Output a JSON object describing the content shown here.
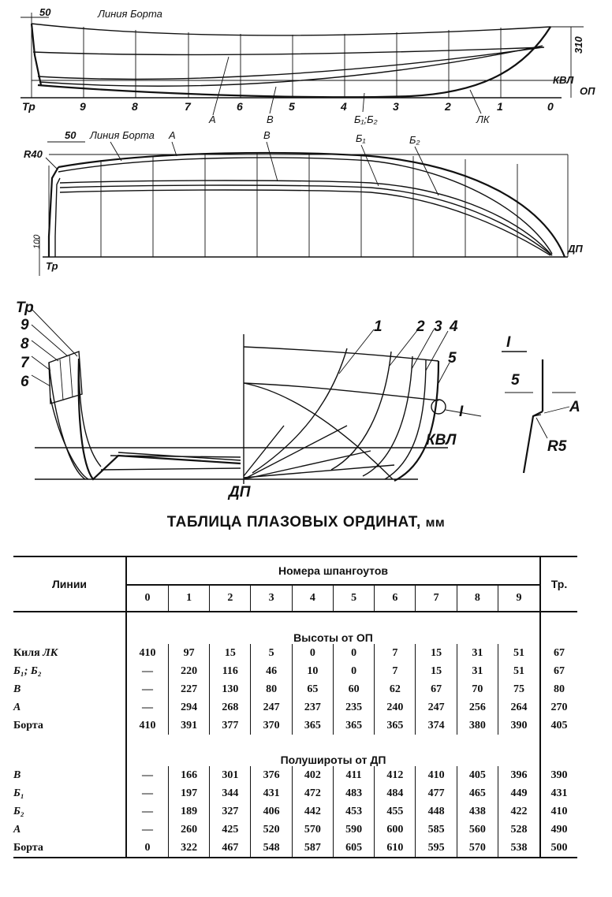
{
  "drawing": {
    "profile": {
      "sheer_label": "Линия Борта",
      "dim_50": "50",
      "dim_310": "310",
      "kvl": "КВЛ",
      "op": "ОП",
      "stations": [
        "Тр",
        "9",
        "8",
        "7",
        "6",
        "5",
        "4",
        "3",
        "2",
        "1",
        "0"
      ],
      "line_a": "А",
      "line_v": "В",
      "line_b": "Б₁;Б₂",
      "line_lk": "ЛК"
    },
    "plan": {
      "r40": "R40",
      "dim_50": "50",
      "sheer_label": "Линия Борта",
      "line_a": "А",
      "line_v": "В",
      "line_b1": "Б₁",
      "line_b2": "Б₂",
      "dim_100": "100",
      "tr": "Тр",
      "dp": "ДП"
    },
    "body": {
      "aft_labels": [
        "Тр",
        "9",
        "8",
        "7",
        "6"
      ],
      "fwd_labels": [
        "1",
        "2",
        "3",
        "4",
        "5"
      ],
      "detail_ref": "I",
      "kvl": "КВЛ",
      "dp": "ДП"
    },
    "detail": {
      "title": "I",
      "dim_5": "5",
      "a": "А",
      "r5": "R5"
    }
  },
  "table": {
    "title": "ТАБЛИЦА ПЛАЗОВЫХ ОРДИНАТ,",
    "unit": "мм",
    "col_lines": "Линии",
    "col_group": "Номера шпангоутов",
    "col_tr": "Тр.",
    "stations": [
      "0",
      "1",
      "2",
      "3",
      "4",
      "5",
      "6",
      "7",
      "8",
      "9"
    ],
    "sections": [
      {
        "title": "Высоты от ОП",
        "rows": [
          {
            "label": "Киля ",
            "label_it": "ЛК",
            "values": [
              "410",
              "97",
              "15",
              "5",
              "0",
              "0",
              "7",
              "15",
              "31",
              "51"
            ],
            "tr": "67"
          },
          {
            "label": "",
            "label_it": "Б₁; Б₂",
            "values": [
              "—",
              "220",
              "116",
              "46",
              "10",
              "0",
              "7",
              "15",
              "31",
              "51"
            ],
            "tr": "67"
          },
          {
            "label": "",
            "label_it": "В",
            "values": [
              "—",
              "227",
              "130",
              "80",
              "65",
              "60",
              "62",
              "67",
              "70",
              "75"
            ],
            "tr": "80"
          },
          {
            "label": "",
            "label_it": "А",
            "values": [
              "—",
              "294",
              "268",
              "247",
              "237",
              "235",
              "240",
              "247",
              "256",
              "264"
            ],
            "tr": "270"
          },
          {
            "label": "Борта",
            "label_it": "",
            "values": [
              "410",
              "391",
              "377",
              "370",
              "365",
              "365",
              "365",
              "374",
              "380",
              "390"
            ],
            "tr": "405"
          }
        ]
      },
      {
        "title": "Полуширoты от ДП",
        "rows": [
          {
            "label": "",
            "label_it": "В",
            "values": [
              "—",
              "166",
              "301",
              "376",
              "402",
              "411",
              "412",
              "410",
              "405",
              "396"
            ],
            "tr": "390"
          },
          {
            "label": "",
            "label_it": "Б₁",
            "values": [
              "—",
              "197",
              "344",
              "431",
              "472",
              "483",
              "484",
              "477",
              "465",
              "449"
            ],
            "tr": "431"
          },
          {
            "label": "",
            "label_it": "Б₂",
            "values": [
              "—",
              "189",
              "327",
              "406",
              "442",
              "453",
              "455",
              "448",
              "438",
              "422"
            ],
            "tr": "410"
          },
          {
            "label": "",
            "label_it": "А",
            "values": [
              "—",
              "260",
              "425",
              "520",
              "570",
              "590",
              "600",
              "585",
              "560",
              "528"
            ],
            "tr": "490"
          },
          {
            "label": "Борта",
            "label_it": "",
            "values": [
              "0",
              "322",
              "467",
              "548",
              "587",
              "605",
              "610",
              "595",
              "570",
              "538"
            ],
            "tr": "500"
          }
        ]
      }
    ]
  }
}
